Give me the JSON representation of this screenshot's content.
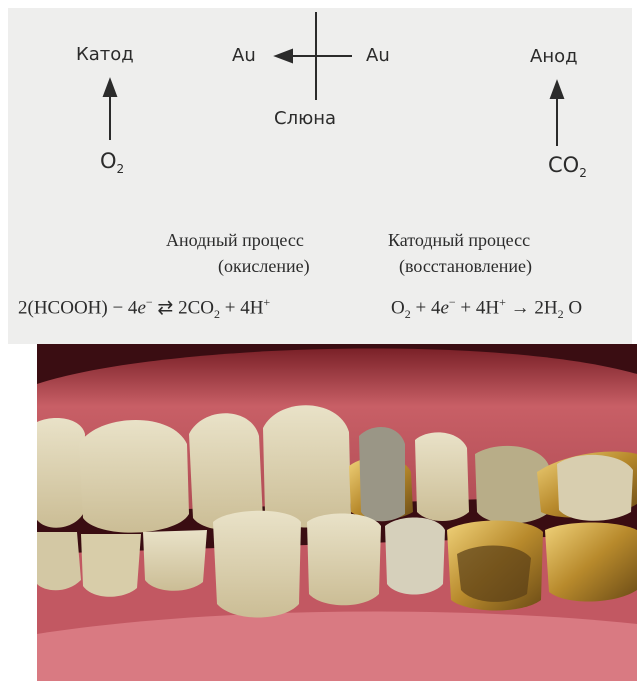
{
  "diagram": {
    "cathode": "Катод",
    "anode": "Анод",
    "au_left": "Au",
    "au_right": "Au",
    "saliva": "Слюна",
    "o2_base": "O",
    "o2_sub": "2",
    "co2_base": "CO",
    "co2_sub": "2",
    "anodic_title": "Анодный процесс",
    "anodic_sub": "(окисление)",
    "cathodic_title": "Катодный процесс",
    "cathodic_sub": "(восстановление)",
    "anodic_equation": {
      "p1": "2(HCOOH) − 4",
      "e": "e",
      "e_sup": "−",
      "p2": " ⇄ 2CO",
      "sub": "2",
      "p3": " + 4H",
      "h_sup": "+"
    },
    "cathodic_equation": {
      "p1": "O",
      "sub1": "2",
      "p2": " + 4",
      "e": "e",
      "e_sup": "−",
      "p3": " + 4H",
      "h_sup": "+",
      "p4": " → 2H",
      "sub2": "2",
      "p5": " O"
    }
  },
  "photo": {
    "subject": "intraoral-side-view-teeth-with-gold-crowns",
    "colors": {
      "gum": "#c85f66",
      "tooth": "#ddd2b4",
      "gold": "#c9a23c",
      "background": "#3a0d12"
    }
  }
}
